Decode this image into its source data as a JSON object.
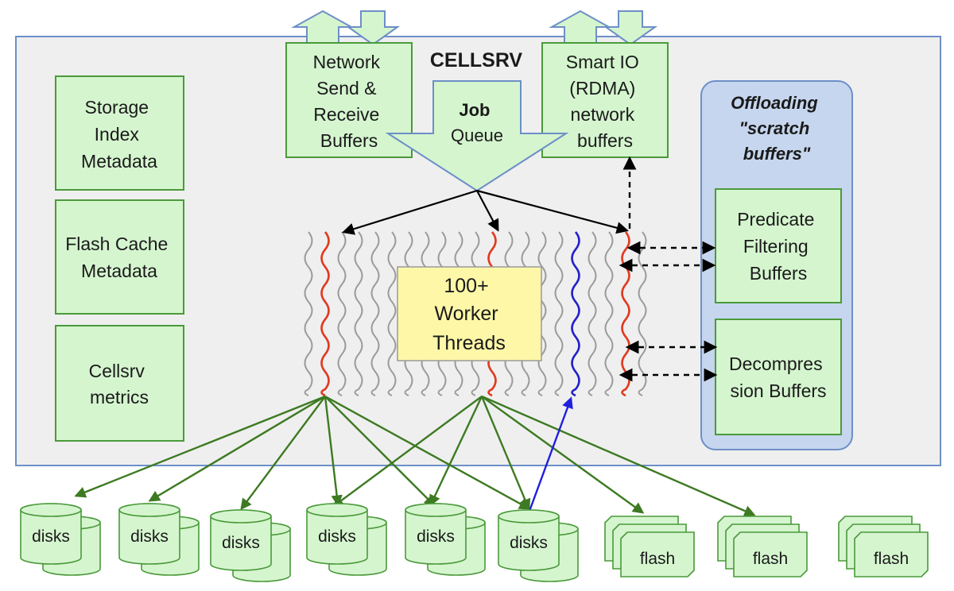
{
  "title": "CELLSRV",
  "left_boxes": [
    {
      "lines": [
        "Storage",
        "Index",
        "Metadata"
      ]
    },
    {
      "lines": [
        "Flash Cache",
        "Metadata"
      ]
    },
    {
      "lines": [
        "Cellsrv",
        "metrics"
      ]
    }
  ],
  "network_box": {
    "lines": [
      "Network",
      "Send &",
      "Receive",
      "Buffers"
    ]
  },
  "smartio_box": {
    "lines": [
      "Smart IO",
      "(RDMA)",
      "network",
      "buffers"
    ]
  },
  "job_queue": {
    "bold": "Job",
    "line2": "Queue"
  },
  "workers": {
    "lines": [
      "100+",
      "Worker",
      "Threads"
    ]
  },
  "offload_panel": {
    "lines": [
      "Offloading",
      "\"scratch",
      "buffers\""
    ]
  },
  "predicate_box": {
    "lines": [
      "Predicate",
      "Filtering",
      "Buffers"
    ]
  },
  "decomp_box": {
    "lines": [
      "Decompres",
      "sion Buffers"
    ]
  },
  "disks": [
    "disks",
    "disks",
    "disks",
    "disks",
    "disks",
    "disks"
  ],
  "flash": [
    "flash",
    "flash",
    "flash"
  ],
  "colors": {
    "green_fill": "#d5f5cf",
    "green_border": "#4a9a3a",
    "arrow_green": "#3d7a22",
    "panel_bg": "#efefef",
    "panel_border": "#6d8fc7",
    "offload_bg": "#c6d6ee",
    "yellow": "#fdf7a7",
    "red_thread": "#e03a1f",
    "blue_thread": "#2222cc",
    "grey_thread": "#9b9b9b",
    "arrow_blue": "#2020dd"
  }
}
